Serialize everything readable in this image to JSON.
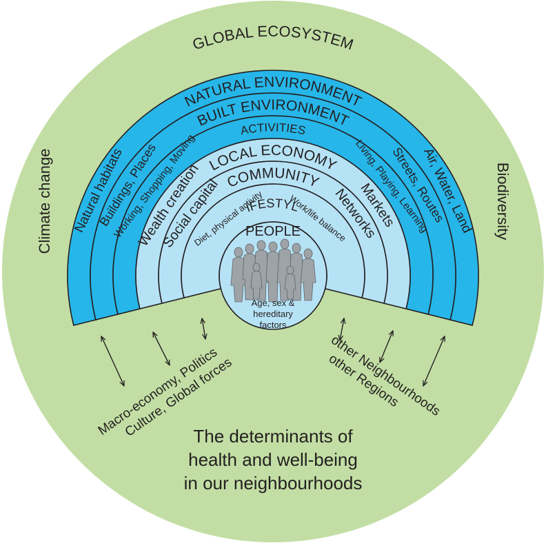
{
  "outer": {
    "title": "GLOBAL ECOSYSTEM",
    "left": "Climate change",
    "right": "Biodiversity",
    "caption": [
      "The determinants of",
      "health and well-being",
      "in our neighbourhoods"
    ],
    "bottom_left": [
      "Macro-economy, Politics",
      "Culture, Global forces"
    ],
    "bottom_right": [
      "other Neighbourhoods",
      "other Regions"
    ]
  },
  "layers": [
    {
      "title": "NATURAL ENVIRONMENT",
      "left": "Natural habitats",
      "right": "Air, Water, Land"
    },
    {
      "title": "BUILT ENVIRONMENT",
      "left": "Buildings, Places",
      "right": "Streets, Routes"
    },
    {
      "title": "ACTIVITIES",
      "left": "Working, Shopping, Moving",
      "right": "Living, Playing, Learning"
    },
    {
      "title": "LOCAL ECONOMY",
      "left": "Wealth creation",
      "right": "Markets"
    },
    {
      "title": "COMMUNITY",
      "left": "Social capital",
      "right": "Networks"
    },
    {
      "title": "LIFESTYLE",
      "left": "Diet, physical activity",
      "right": "Work/life balance"
    }
  ],
  "core": {
    "title": "PEOPLE",
    "lines": [
      "Age, sex &",
      "hereditary",
      "factors"
    ]
  },
  "colors": {
    "outer": "#c2dea4",
    "outer_rings": "#27b6e9",
    "inner_rings": "#b6e2f5",
    "people": "#9ea3a7",
    "stroke": "#231f20"
  }
}
